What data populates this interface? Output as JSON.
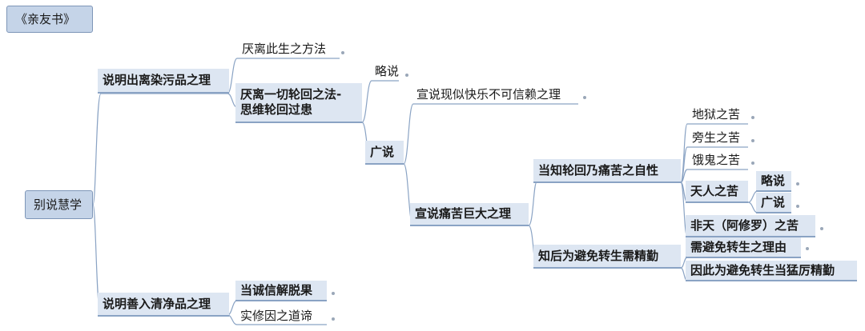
{
  "root_title": "《亲友书》",
  "center": "别说慧学",
  "branches": {
    "b1": "说明出离染污品之理",
    "b1_1": "厌离此生之方法",
    "b1_2_line1": "厌离一切轮回之法-",
    "b1_2_line2": "思维轮回过患",
    "brief": "略说",
    "broad": "广说",
    "broad_1": "宣说现似快乐不可信赖之理",
    "broad_2": "宣说痛苦巨大之理",
    "know": "当知轮回乃痛苦之自性",
    "hell": "地狱之苦",
    "animal": "旁生之苦",
    "ghost": "饿鬼之苦",
    "deva": "天人之苦",
    "deva_brief": "略说",
    "deva_broad": "广说",
    "asura": "非天（阿修罗）之苦",
    "after": "知后为避免转生需精勤",
    "after_1": "需避免转生之理由",
    "after_2": "因此为避免转生当猛厉精勤",
    "b2": "说明善入清净品之理",
    "b2_1": "当诚信解脱果",
    "b2_2": "实修因之道谛"
  }
}
